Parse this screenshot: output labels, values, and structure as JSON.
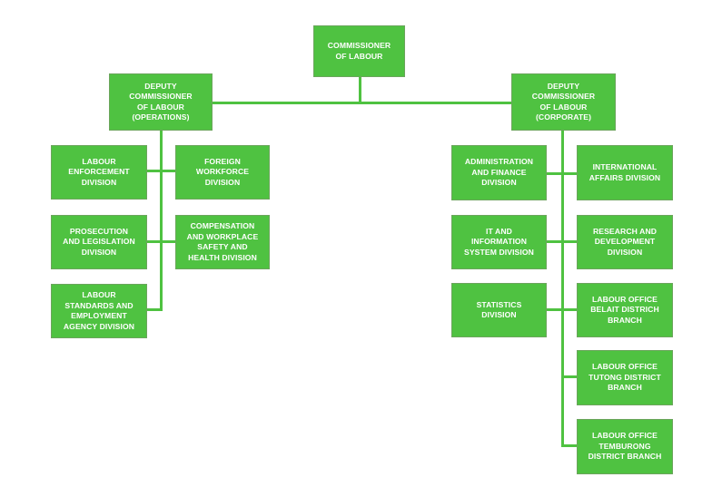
{
  "org_chart": {
    "commissioner": "COMMISSIONER\nOF LABOUR",
    "deputy_operations": "DEPUTY\nCOMMISSIONER\nOF LABOUR\n(OPERATIONS)",
    "deputy_corporate": "DEPUTY\nCOMMISSIONER\nOF LABOUR\n(CORPORATE)",
    "operations_divisions": [
      "LABOUR\nENFORCEMENT\nDIVISION",
      "FOREIGN\nWORKFORCE\nDIVISION",
      "PROSECUTION\nAND LEGISLATION\nDIVISION",
      "COMPENSATION\nAND WORKPLACE\nSAFETY AND\nHEALTH DIVISION",
      "LABOUR\nSTANDARDS AND\nEMPLOYMENT\nAGENCY DIVISION"
    ],
    "corporate_divisions": [
      "ADMINISTRATION\nAND FINANCE\nDIVISION",
      "INTERNATIONAL\nAFFAIRS DIVISION",
      "IT AND\nINFORMATION\nSYSTEM DIVISION",
      "RESEARCH AND\nDEVELOPMENT\nDIVISION",
      "STATISTICS\nDIVISION",
      "LABOUR OFFICE\nBELAIT DISTRICH\nBRANCH",
      "LABOUR OFFICE\nTUTONG DISTRICT\nBRANCH",
      "LABOUR OFFICE\nTEMBURONG\nDISTRICT BRANCH"
    ]
  },
  "colors": {
    "box_fill": "#4fc241",
    "box_border": "#6ba55c",
    "text": "#ffffff",
    "connector": "#4fc241"
  }
}
